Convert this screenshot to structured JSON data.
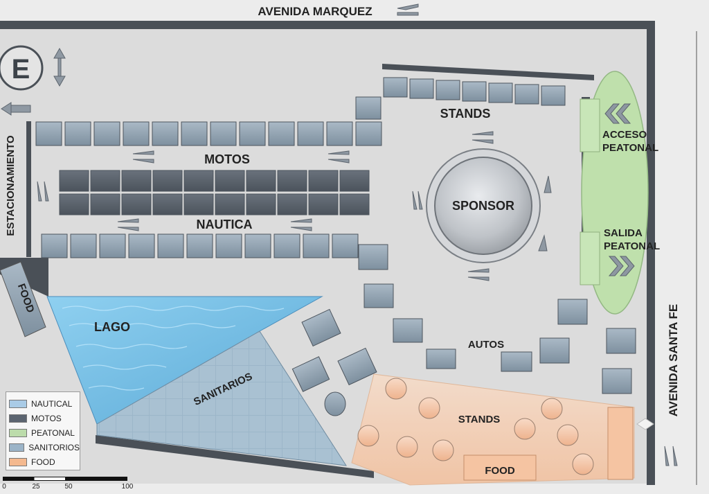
{
  "streets": {
    "north": "AVENIDA MARQUEZ",
    "east": "AVENIDA SANTA FE"
  },
  "parking": {
    "symbol": "E",
    "label": "ESTACIONAMIENTO"
  },
  "zones": {
    "stands_top": "STANDS",
    "motos": "MOTOS",
    "nautica": "NAUTICA",
    "sponsor": "SPONSOR",
    "acceso": [
      "ACCESO",
      "PEATONAL"
    ],
    "salida": [
      "SALIDA",
      "PEATONAL"
    ],
    "lago": "LAGO",
    "sanitarios": "SANITARIOS",
    "autos": "AUTOS",
    "stands_food": "STANDS",
    "food_bottom": "FOOD",
    "food_left": "FOOD"
  },
  "legend": [
    {
      "label": "NAUTICAL",
      "color": "#a9cbe6"
    },
    {
      "label": "MOTOS",
      "color": "#5b6470"
    },
    {
      "label": "PEATONAL",
      "color": "#bcdcab"
    },
    {
      "label": "SANITORIOS",
      "color": "#9bb4c8"
    },
    {
      "label": "FOOD",
      "color": "#f4b98f"
    }
  ],
  "scale": {
    "labels": [
      "0",
      "25",
      "50",
      "100"
    ]
  },
  "colors": {
    "stand": "#8fa1b1",
    "stand_dark": "#58616c",
    "wall": "#4a5057",
    "water": "#7cc0e6",
    "pedestrian": "#bfe0ac",
    "food_area": "#f6d3bb"
  }
}
